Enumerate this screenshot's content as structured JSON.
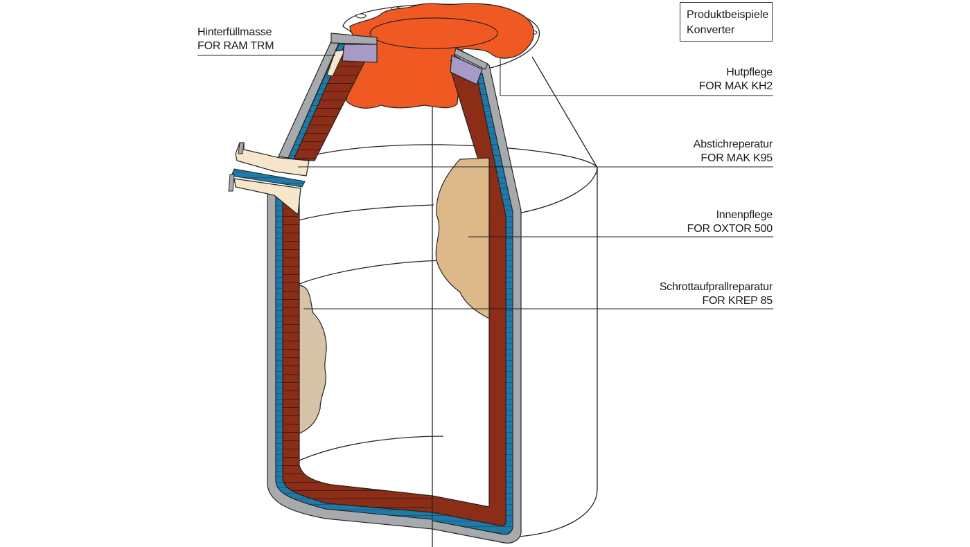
{
  "legend": {
    "line1": "Produktbeispiele",
    "line2": "Konverter"
  },
  "labels": [
    {
      "id": "hinterfuellmasse",
      "name": "Hinterfüllmasse",
      "product": "FOR RAM TRM"
    },
    {
      "id": "hutpflege",
      "name": "Hutpflege",
      "product": "FOR MAK KH2"
    },
    {
      "id": "abstichreperatur",
      "name": "Abstichreperatur",
      "product": "FOR MAK K95"
    },
    {
      "id": "innenpflege",
      "name": "Innenpflege",
      "product": "FOR OXTOR 500"
    },
    {
      "id": "schrottaufprall",
      "name": "Schrottaufprallreparatur",
      "product": "FOR KREP 85"
    }
  ],
  "colors": {
    "flame": "#f05a22",
    "brick": "#8b2d17",
    "brick_joint": "#1a0a06",
    "insulation": "#1f7aa8",
    "steel_shell": "#a7a9ac",
    "backfill": "#f5e6cc",
    "hat_block": "#a89ac6",
    "interior_patch": "#ddb98a",
    "scrap_patch": "#d7c4a8",
    "outline": "#222222"
  }
}
